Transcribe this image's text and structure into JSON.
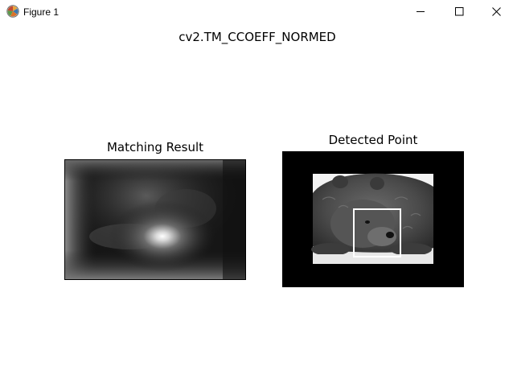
{
  "window": {
    "title": "Figure 1",
    "icon": "matplotlib-icon",
    "controls": {
      "minimize": "minimize-icon",
      "maximize": "maximize-icon",
      "close": "close-icon"
    }
  },
  "figure": {
    "suptitle": "cv2.TM_CCOEFF_NORMED",
    "axes": [
      {
        "title": "Matching Result",
        "content": "grayscale-heatmap"
      },
      {
        "title": "Detected Point",
        "content": "bear-photo-with-detection-rectangle"
      }
    ]
  },
  "colors": {
    "background": "#ffffff",
    "heatmap_dark": "#0d0d0d",
    "heatmap_bright": "#ffffff",
    "rectangle": "#ffffff"
  }
}
